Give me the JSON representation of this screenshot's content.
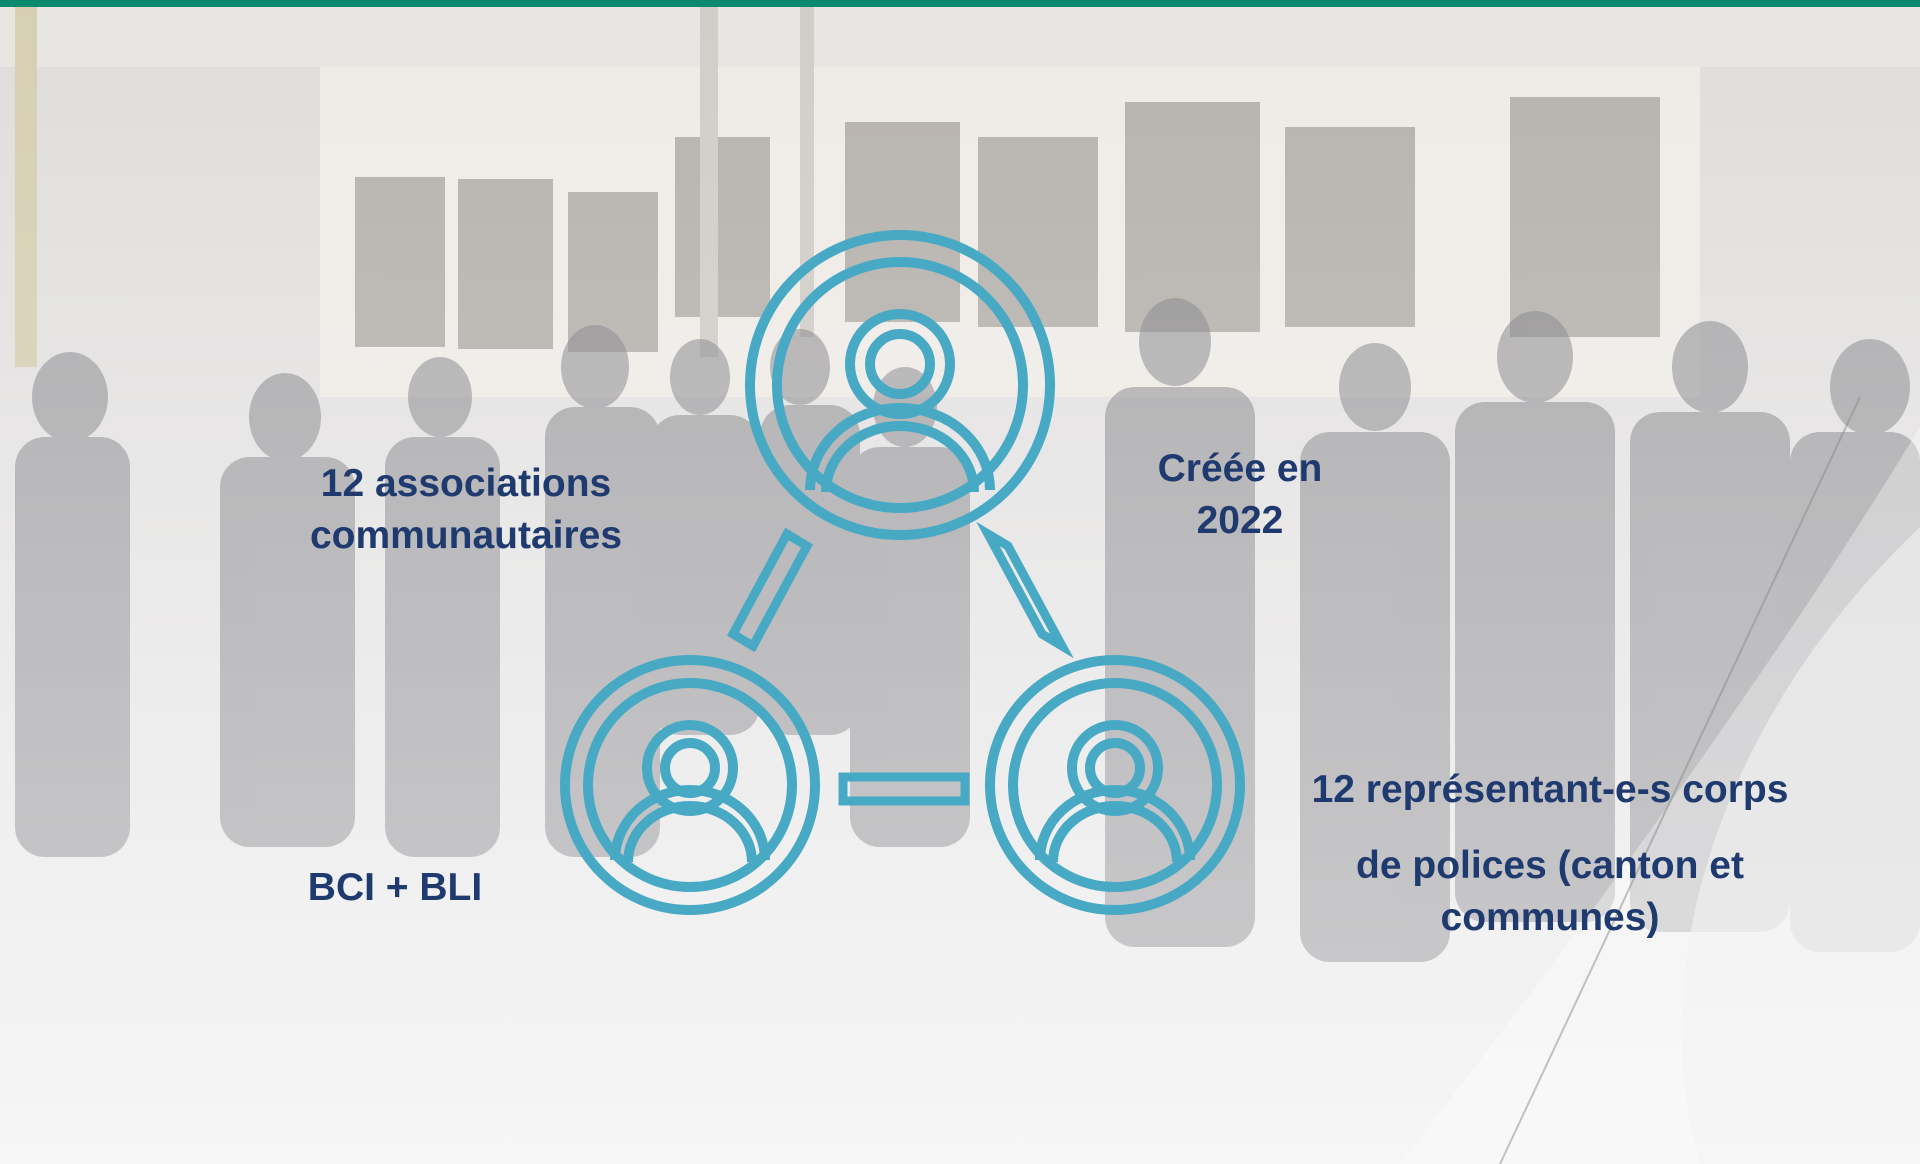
{
  "colors": {
    "top_bar": "#0a8a6e",
    "icon_stroke": "#48a9c5",
    "text": "#1f3a6e"
  },
  "background": {
    "description_icon": "group-photo"
  },
  "network": {
    "nodes": [
      {
        "name": "person-icon-top"
      },
      {
        "name": "person-icon-bottom-left"
      },
      {
        "name": "person-icon-bottom-right"
      }
    ]
  },
  "labels": {
    "associations": {
      "line1": "12 associations",
      "line2": "communautaires"
    },
    "created": {
      "line1": "Créée en",
      "line2": "2022"
    },
    "bci": {
      "line1": "BCI + BLI"
    },
    "police": {
      "line1": "12 représentant-e-s corps",
      "line2": "de polices (canton et",
      "line3": "communes)"
    }
  }
}
